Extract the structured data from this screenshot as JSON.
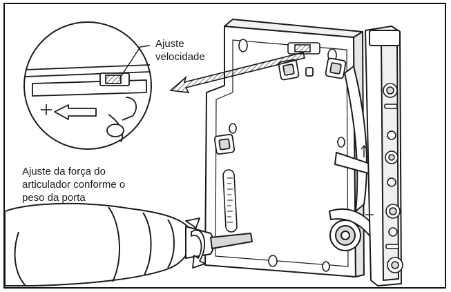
{
  "diagram": {
    "callouts": {
      "speed": {
        "lines": [
          "Ajuste",
          "velocidade"
        ]
      },
      "force": {
        "lines": [
          "Ajuste da força do",
          "articulador conforme o",
          "peso da porta"
        ]
      }
    },
    "direction_symbols": {
      "inset_plus": "+",
      "arrow_mark": "+←"
    },
    "colors": {
      "line": "#1a1a1a",
      "fill_light": "#ffffff",
      "shade": "#d9d9d9",
      "border": "#111111"
    }
  }
}
